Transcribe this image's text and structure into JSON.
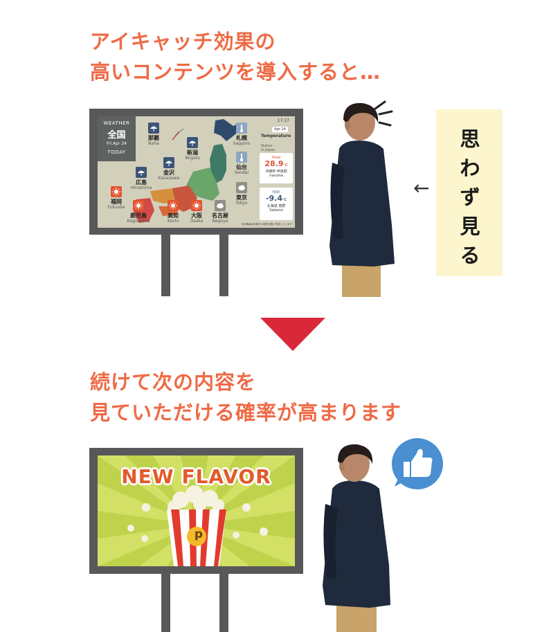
{
  "headline_top": {
    "line1": "アイキャッチ効果の",
    "line2": "高いコンテンツを導入すると…"
  },
  "headline_bottom": {
    "line1": "続けて次の内容を",
    "line2": "見ていただける確率が高まります"
  },
  "callout": {
    "text": "思わず見る"
  },
  "weather": {
    "label": "WEATHER",
    "region": "全国",
    "date": "Fri.Apr 24",
    "today": "TODAY",
    "time": "17:17",
    "date_small": "Apr 24",
    "temperature_title": "Temperature",
    "temperature_sub1": "Status",
    "temperature_sub2": "in Japan",
    "max_label": "max",
    "max_value": "28.9",
    "max_unit": "℃",
    "max_location_jp": "沖縄県 伊良部",
    "max_location_en": "Iraruma",
    "min_label": "min",
    "min_value": "-9.4",
    "min_unit": "℃",
    "min_location_jp": "北海道 境野",
    "min_location_en": "Sakaino",
    "footnote": "天気情報は気象庁の発表を基に作成しています",
    "cities": [
      {
        "jp": "那覇",
        "en": "Naha",
        "icon": "umbrella-icon",
        "color": "blue"
      },
      {
        "jp": "新潟",
        "en": "Niigata",
        "icon": "umbrella-icon",
        "color": "blue"
      },
      {
        "jp": "札幌",
        "en": "Sapporo",
        "icon": "thermometer-icon",
        "color": "lblue"
      },
      {
        "jp": "金沢",
        "en": "Kanazawa",
        "icon": "umbrella-icon",
        "color": "blue"
      },
      {
        "jp": "仙台",
        "en": "Sendai",
        "icon": "thermometer-icon",
        "color": "lblue"
      },
      {
        "jp": "広島",
        "en": "Hiroshima",
        "icon": "umbrella-icon",
        "color": "blue"
      },
      {
        "jp": "東京",
        "en": "Tokyo",
        "icon": "cloud-icon",
        "color": "gray"
      },
      {
        "jp": "福岡",
        "en": "Fukuoka",
        "icon": "sun-icon",
        "color": "red"
      },
      {
        "jp": "鹿児島",
        "en": "Kagoshima",
        "icon": "sun-icon",
        "color": "red"
      },
      {
        "jp": "高知",
        "en": "Kochi",
        "icon": "sun-icon",
        "color": "red"
      },
      {
        "jp": "大阪",
        "en": "Osaka",
        "icon": "sun-icon",
        "color": "red"
      },
      {
        "jp": "名古屋",
        "en": "Nagoya",
        "icon": "cloud-icon",
        "color": "gray"
      }
    ]
  },
  "ad": {
    "title": "NEW FLAVOR",
    "logo_letter": "p"
  },
  "colors": {
    "headline": "#ef6a46",
    "triangle": "#d9283a",
    "frame": "#58585a",
    "jacket": "#1f2a3d",
    "pants": "#c8a36a",
    "hair": "#241d19",
    "skin": "#b8876a",
    "callout_bg": "#fcf5cd",
    "thumb_bubble": "#4a8fd1"
  }
}
